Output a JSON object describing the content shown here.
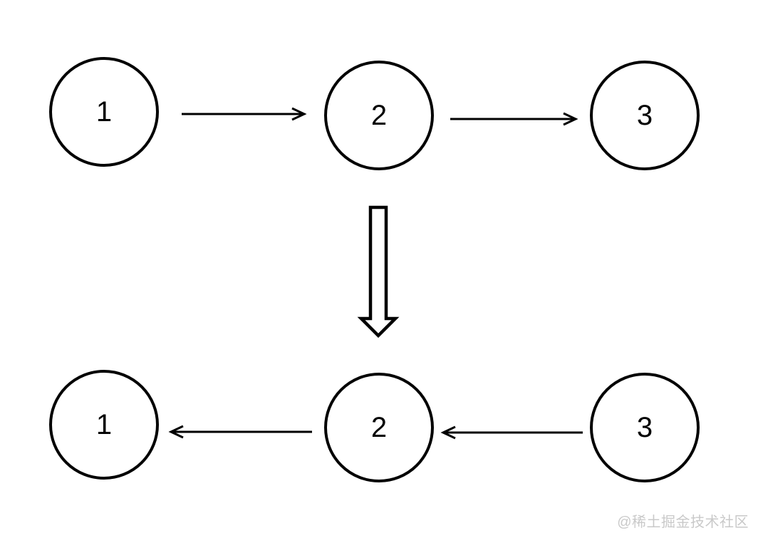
{
  "diagram": {
    "title": "linked-list reversal illustration",
    "top_row": {
      "nodes": [
        "1",
        "2",
        "3"
      ],
      "arrow_direction": "right",
      "edges": [
        "1->2",
        "2->3"
      ]
    },
    "transform_arrow": {
      "direction": "down",
      "style": "hollow-outline"
    },
    "bottom_row": {
      "nodes": [
        "1",
        "2",
        "3"
      ],
      "arrow_direction": "left",
      "edges": [
        "2->1",
        "3->2"
      ]
    }
  },
  "colors": {
    "stroke": "#000000",
    "background": "#ffffff",
    "watermark": "#c9c9c9"
  },
  "watermark": {
    "text": "@稀土掘金技术社区"
  }
}
